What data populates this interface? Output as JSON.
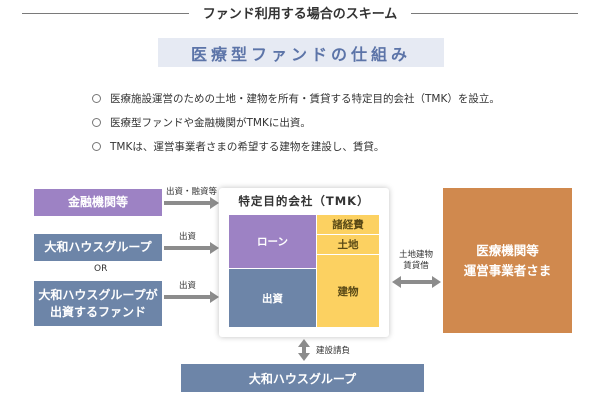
{
  "header": {
    "title": "ファンド利用する場合のスキーム",
    "banner": "医療型ファンドの仕組み"
  },
  "bullets": [
    "医療施設運営のための土地・建物を所有・賃貸する特定目的会社（TMK）を設立。",
    "医療型ファンドや金融機関がTMKに出資。",
    "TMKは、運営事業者さまの希望する建物を建設し、賃貸。"
  ],
  "left_boxes": {
    "finance": "金融機関等",
    "daiwa": "大和ハウスグループ",
    "or": "OR",
    "fund_line1": "大和ハウスグループが",
    "fund_line2": "出資するファンド"
  },
  "arrows": {
    "finance": "出資・融資等",
    "daiwa": "出資",
    "fund": "出資",
    "lease_line1": "土地建物",
    "lease_line2": "賃貸借",
    "contract": "建設請負"
  },
  "tmk": {
    "title": "特定目的会社（TMK）",
    "loan": "ローン",
    "investment": "出資",
    "expenses": "諸経費",
    "land": "土地",
    "building": "建物"
  },
  "right_box": {
    "line1": "医療機関等",
    "line2": "運営事業者さま"
  },
  "bottom_box": "大和ハウスグループ",
  "colors": {
    "purple": "#9d82c4",
    "steel_blue": "#6d85a8",
    "yellow": "#fcd161",
    "orange": "#d0894e",
    "banner_bg": "#e6eaf3",
    "banner_text": "#5c74a8",
    "arrow": "#8c8c8c"
  }
}
